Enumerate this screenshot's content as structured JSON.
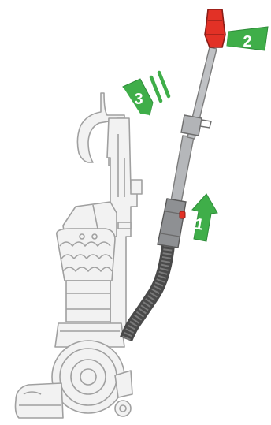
{
  "steps": [
    {
      "label": "1"
    },
    {
      "label": "2"
    },
    {
      "label": "3"
    }
  ],
  "colors": {
    "arrow_green": "#3fae49",
    "arrow_green_dark": "#2e8c39",
    "wand_red": "#e23126",
    "outline_gray": "#9a9a9a",
    "ghost_fill": "#f1f1f1",
    "wand_gray": "#a7a9ac",
    "hose_dark": "#5a5a5a"
  },
  "icons": {
    "step1": "green-arrow-up-icon",
    "step2": "green-arrow-left-icon",
    "step3": "green-arrow-up-left-icon"
  }
}
